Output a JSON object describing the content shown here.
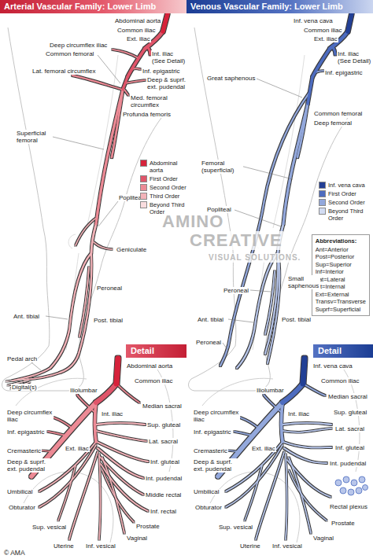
{
  "diagram": {
    "nodes": [
      {
        "text": [
          "Arterial Vascular Family: Lower Limb"
        ]
      },
      {
        "text": [
          "Venous Vascular Family: Lower Limb"
        ]
      },
      {
        "text": [
          "Abbreviations:",
          "Ant=Anterior",
          "Post=Posterior",
          "Sup=Superior",
          "Inf=Interior",
          "Lat=Lateral",
          "Int=Internal",
          "Ext=External",
          "Transv=Transverse",
          "Suprf=Superficial"
        ]
      },
      {
        "text": [
          "Detail"
        ]
      },
      {
        "text": [
          "Detail"
        ]
      }
    ],
    "labels": [
      "Abdominal aorta",
      "Common iliac",
      "Ext. iliac",
      "Deep circumflex iliac",
      "Common femoral",
      "Int. iliac (See Detail)",
      "Inf. epigastric",
      "Lat. femoral circumflex",
      "Deep & suprf. ext. pudendal",
      "Med. femoral circumflex",
      "Profunda femoris",
      "Superficial femoral",
      "Popliteal",
      "Geniculate",
      "Peroneal",
      "Ant. tibial",
      "Post. tibial",
      "Pedal arch",
      "Digital(s)",
      "Inf. vena cava",
      "Common iliac",
      "Ext. iliac",
      "Int. iliac (See Detail)",
      "Great saphenous",
      "Inf. epigastric",
      "Common femoral",
      "Deep femoral",
      "Femoral (superficial)",
      "Popliteal",
      "Small saphenous",
      "Peroneal",
      "Ant. tibial",
      "Post. tibial",
      "Peroneal",
      "AMINO",
      "CREATIVE",
      "VISUAL SOLUTIONS.",
      "© AMA",
      "Abdominal aorta",
      "Common iliac",
      "Iliolumbar",
      "Deep circumflex iliac",
      "Int. iliac",
      "Median sacral",
      "Ext. iliac",
      "Inf. epigastric",
      "Sup. gluteal",
      "Cremasteric",
      "Lat. sacral",
      "Deep & suprf. ext. pudendal",
      "Inf. gluteal",
      "Int. pudendal",
      "Umbilical",
      "Middle rectal",
      "Obturator",
      "Inf. rectal",
      "Sup. vesical",
      "Prostate",
      "Uterine",
      "Inf. vesical",
      "Vaginal",
      "Inf. vena cava",
      "Common iliac",
      "Iliolumbar",
      "Deep circumflex iliac",
      "Int. iliac",
      "Median sacral",
      "Inf. epigastric",
      "Ext. iliac",
      "Sup. gluteal",
      "Cremasteric",
      "Lat. sacral",
      "Deep & suprf. ext. pudendal",
      "Inf. gluteal",
      "Int. pudendal",
      "Umbilical",
      "Rectal plexus",
      "Obturator",
      "Prostate",
      "Sup. vesical",
      "Uterine",
      "Inf. vesical",
      "Vaginal"
    ],
    "legend": [
      {
        "text": "Abdominal aorta",
        "color": "#d6233b"
      },
      {
        "text": "First Order",
        "color": "#e0556a"
      },
      {
        "text": "Second Order",
        "color": "#ec8a95"
      },
      {
        "text": "Third Order",
        "color": "#f3b3b9"
      },
      {
        "text": "Beyond Third Order",
        "color": "#f9dcde"
      },
      {
        "text": "Inf. vena cava",
        "color": "#233f95"
      },
      {
        "text": "First Order",
        "color": "#4d6cbf"
      },
      {
        "text": "Second Order",
        "color": "#93a8dc"
      },
      {
        "text": "Beyond Third Order",
        "color": "#d3dcf2"
      }
    ]
  }
}
